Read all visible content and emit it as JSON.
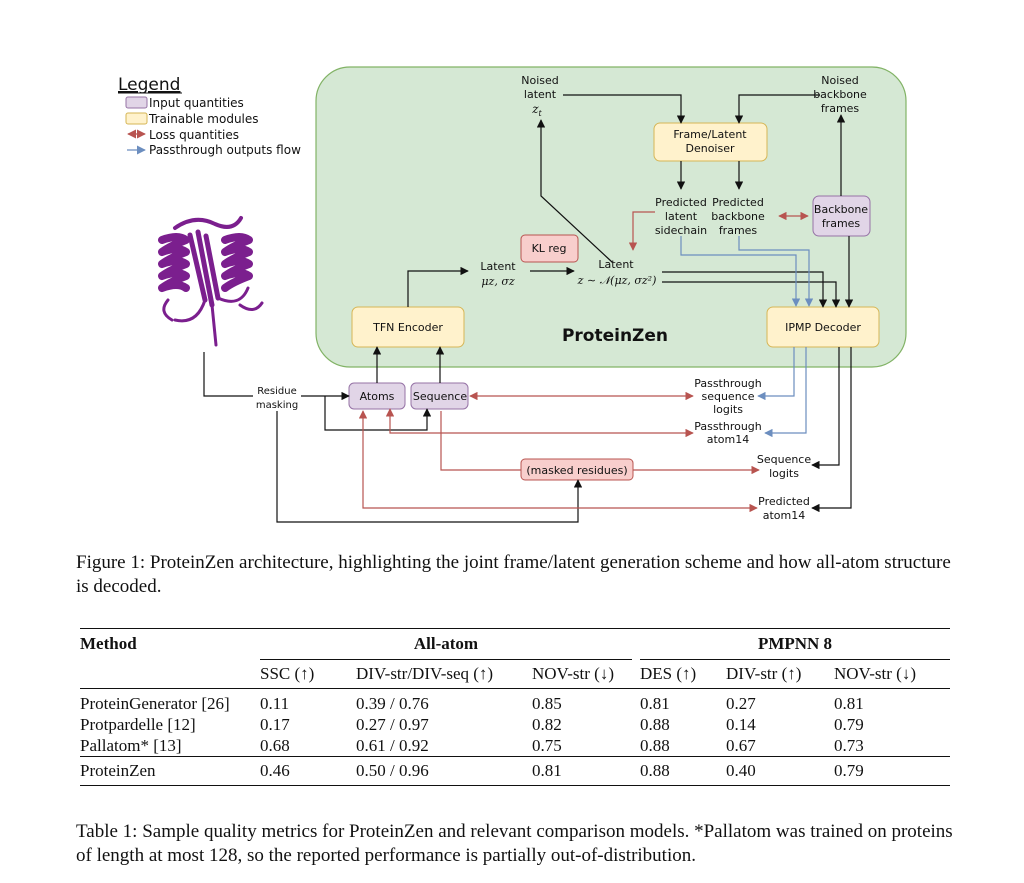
{
  "figure": {
    "legend": {
      "title": "Legend",
      "items": [
        "Input quantities",
        "Trainable modules",
        "Loss quantities",
        "Passthrough outputs flow"
      ]
    },
    "model_name": "ProteinZen",
    "noised_latent": [
      "Noised",
      "latent"
    ],
    "noised_latent_sym": "z",
    "noised_latent_sub": "t",
    "noised_backbone": [
      "Noised",
      "backbone",
      "frames"
    ],
    "denoiser": [
      "Frame/Latent",
      "Denoiser"
    ],
    "pred_latent": [
      "Predicted",
      "latent",
      "sidechain"
    ],
    "pred_backbone": [
      "Predicted",
      "backbone",
      "frames"
    ],
    "backbone_frames": [
      "Backbone",
      "frames"
    ],
    "kl_reg": "KL reg",
    "latent_label": "Latent",
    "latent_musigma": "μz, σz",
    "latent2_label": "Latent",
    "latent2_formula": "z ∼ 𝒩(μz, σz²)",
    "tfn_encoder": "TFN Encoder",
    "ipmp_decoder": "IPMP Decoder",
    "residue_masking": [
      "Residue",
      "masking"
    ],
    "atoms": "Atoms",
    "sequence": "Sequence",
    "pt_seq_logits": [
      "Passthrough",
      "sequence",
      "logits"
    ],
    "pt_atom14": [
      "Passthrough",
      "atom14"
    ],
    "seq_logits": [
      "Sequence",
      "logits"
    ],
    "masked_residues": "(masked residues)",
    "pred_atom14": [
      "Predicted",
      "atom14"
    ],
    "colors": {
      "input": "#e1d5e7",
      "input_border": "#9673a6",
      "trainable": "#fff2cc",
      "trainable_border": "#d6b656",
      "loss": "#f8cecc",
      "loss_border": "#b85450",
      "loss_arrow": "#b85450",
      "pass_arrow": "#6c8ebf",
      "panel": "#d5e8d4",
      "panel_border": "#82b366",
      "protein": "#7b1f8e"
    }
  },
  "figure_caption": "Figure 1: ProteinZen architecture, highlighting the joint frame/latent generation scheme and how all-atom structure is decoded.",
  "table": {
    "header": {
      "method": "Method",
      "group_all": "All-atom",
      "group_pmpnn": "PMPNN 8",
      "cols": [
        "SSC (↑)",
        "DIV-str/DIV-seq (↑)",
        "NOV-str (↓)",
        "DES (↑)",
        "DIV-str (↑)",
        "NOV-str (↓)"
      ]
    },
    "rows": [
      [
        "ProteinGenerator [26]",
        "0.11",
        "0.39 / 0.76",
        "0.85",
        "0.81",
        "0.27",
        "0.81"
      ],
      [
        "Protpardelle [12]",
        "0.17",
        "0.27 / 0.97",
        "0.82",
        "0.88",
        "0.14",
        "0.79"
      ],
      [
        "Pallatom* [13]",
        "0.68",
        "0.61 / 0.92",
        "0.75",
        "0.88",
        "0.67",
        "0.73"
      ],
      [
        "ProteinZen",
        "0.46",
        "0.50 / 0.96",
        "0.81",
        "0.88",
        "0.40",
        "0.79"
      ]
    ]
  },
  "table_caption": "Table 1: Sample quality metrics for ProteinZen and relevant comparison models. *Pallatom was trained on proteins of length at most 128, so the reported performance is partially out-of-distribution."
}
